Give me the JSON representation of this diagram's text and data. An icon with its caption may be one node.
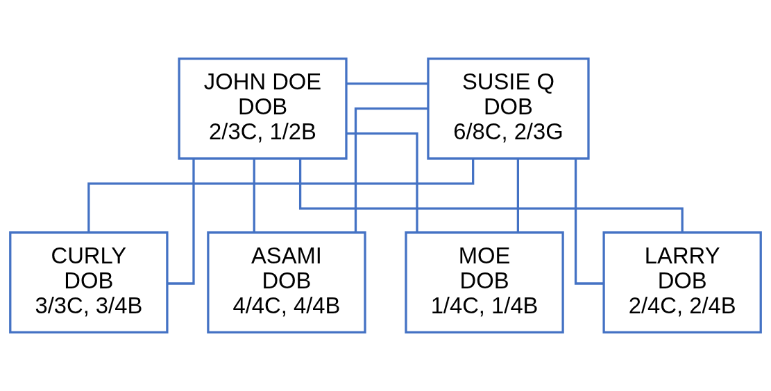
{
  "diagram": {
    "nodes": [
      {
        "text": [
          "JOHN DOE",
          "DOB",
          "2/3C, 1/2B"
        ]
      },
      {
        "text": [
          "SUSIE Q",
          "DOB",
          "6/8C, 2/3G"
        ]
      },
      {
        "text": [
          "MOE",
          "DOB",
          "1/4C, 1/4B"
        ]
      },
      {
        "text": [
          "LARRY",
          "DOB",
          "2/4C, 2/4B"
        ]
      },
      {
        "text": [
          "CURLY",
          "DOB",
          "3/3C, 3/4B"
        ]
      },
      {
        "text": [
          "ASAMI",
          "DOB",
          "4/4C, 4/4B"
        ]
      }
    ],
    "edges": [
      {
        "from": 0,
        "to": 1,
        "arrow": "none"
      },
      {
        "from": 0,
        "to": 2,
        "arrow": "none"
      },
      {
        "from": 0,
        "to": 3,
        "arrow": "none"
      },
      {
        "from": 0,
        "to": 4,
        "arrow": "none"
      },
      {
        "from": 0,
        "to": 5,
        "arrow": "none"
      },
      {
        "from": 1,
        "to": 2,
        "arrow": "none"
      },
      {
        "from": 1,
        "to": 3,
        "arrow": "none"
      },
      {
        "from": 1,
        "to": 4,
        "arrow": "none"
      },
      {
        "from": 1,
        "to": 5,
        "arrow": "none"
      }
    ]
  }
}
